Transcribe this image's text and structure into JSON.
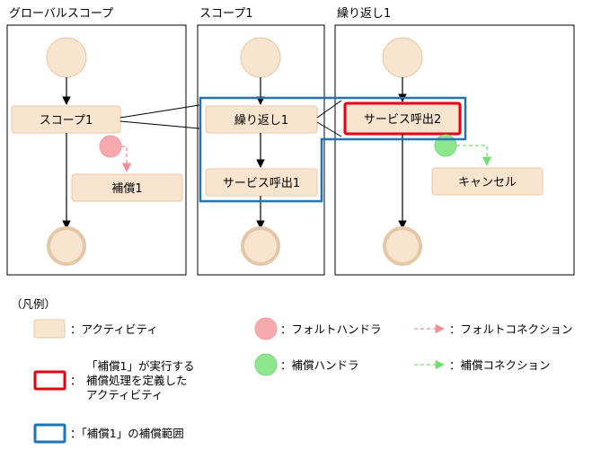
{
  "scopes": {
    "global": "グローバルスコープ",
    "scope1": "スコープ1",
    "loop1": "繰り返し1"
  },
  "activities": {
    "scope1_act": "スコープ1",
    "comp1": "補償1",
    "loop1_act": "繰り返し1",
    "svc1": "サービス呼出1",
    "svc2": "サービス呼出2",
    "cancel": "キャンセル"
  },
  "legend": {
    "title": "（凡例）",
    "activity": "：アクティビティ",
    "fault_handler": "：フォルトハンドラ",
    "fault_connection": "：フォルトコネクション",
    "comp_handler": "：補償ハンドラ",
    "comp_connection": "：補償コネクション",
    "red_colon": "：",
    "red_line1": "「補償1」が実行する",
    "red_line2": "補償処理を定義した",
    "red_line3": "アクティビティ",
    "blue": "：「補償1」の補償範囲"
  },
  "colors": {
    "activity_fill": "#f9e4d0",
    "activity_stroke": "#e8c9aa",
    "fault_fill": "#f7aaae",
    "comp_fill": "#8de88d",
    "fault_line": "#f08f95",
    "comp_line": "#6fe06f",
    "red_frame": "#e60012",
    "blue_frame": "#1f73b7"
  }
}
